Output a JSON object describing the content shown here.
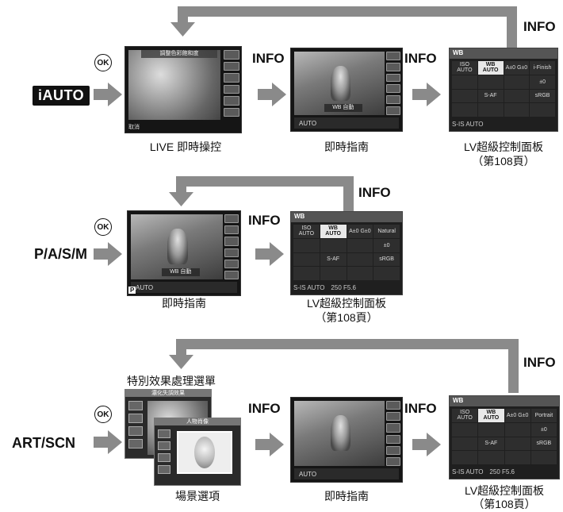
{
  "row1": {
    "mode_label": "iAUTO",
    "ok_label": "OK",
    "info_top": "INFO",
    "info_1": "INFO",
    "info_2": "INFO",
    "screen_a_header": "調整色彩飽和度",
    "screen_a_footer": "取消",
    "screen_b_wb": "WB 自動",
    "screen_b_bottom": "AUTO",
    "panel_header": "WB",
    "caption_1": "LIVE 即時操控",
    "caption_2": "即時指南",
    "caption_3a": "LV超級控制面板",
    "caption_3b": "（第108頁）",
    "panel_cells": [
      "ISO AUTO",
      "WB AUTO",
      "A±0 G±0",
      "i-Finish",
      "",
      "",
      "",
      "±0",
      "",
      "S-AF",
      "",
      "sRGB",
      "",
      "",
      "",
      ""
    ],
    "panel_footer": "S-IS AUTO"
  },
  "row2": {
    "mode_label": "P/A/S/M",
    "ok_label": "OK",
    "info_top": "INFO",
    "info_1": "INFO",
    "screen_b_wb": "WB 自動",
    "screen_b_bottom": "AUTO",
    "screen_b_mode": "P",
    "panel_header": "WB",
    "panel_cells": [
      "ISO AUTO",
      "WB AUTO",
      "A±0 G±0",
      "Natural",
      "",
      "",
      "",
      "±0",
      "",
      "S-AF",
      "",
      "sRGB",
      "",
      "",
      "",
      ""
    ],
    "panel_footer_a": "S-IS AUTO",
    "panel_footer_b": "250  F5.6",
    "caption_1": "即時指南",
    "caption_2a": "LV超級控制面板",
    "caption_2b": "（第108頁）"
  },
  "row3": {
    "mode_label": "ART/SCN",
    "ok_label": "OK",
    "info_top": "INFO",
    "info_1": "INFO",
    "info_2": "INFO",
    "menu_back_header": "濃化失調效果",
    "menu_front_header": "人物肖像",
    "screen_b_bottom": "AUTO",
    "panel_header": "WB",
    "panel_cells": [
      "ISO AUTO",
      "WB AUTO",
      "A±0 G±0",
      "Portrait",
      "",
      "",
      "",
      "±0",
      "",
      "S-AF",
      "",
      "sRGB",
      "",
      "",
      "",
      ""
    ],
    "panel_footer_a": "S-IS AUTO",
    "panel_footer_b": "250  F5.6",
    "caption_menu": "特別效果處理選單",
    "caption_scene": "場景選項",
    "caption_2": "即時指南",
    "caption_3a": "LV超級控制面板",
    "caption_3b": "（第108頁）"
  }
}
